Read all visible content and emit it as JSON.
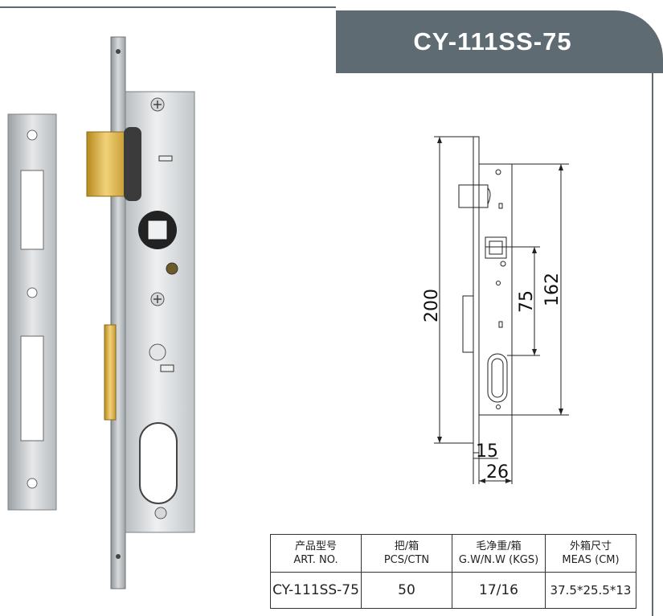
{
  "product": {
    "model_title": "CY-111SS-75"
  },
  "drawing": {
    "dimensions": {
      "total_height": "200",
      "backset": "75",
      "faceplate_height": "162",
      "faceplate_width": "15",
      "body_width": "26"
    }
  },
  "spec_table": {
    "headers": [
      {
        "cn": "产品型号",
        "en": "ART. NO."
      },
      {
        "cn": "把/箱",
        "en": "PCS/CTN"
      },
      {
        "cn": "毛净重/箱",
        "en": "G.W/N.W (KGS)"
      },
      {
        "cn": "外箱尺寸",
        "en": "MEAS (CM)"
      }
    ],
    "row": [
      "CY-111SS-75",
      "50",
      "17/16",
      "37.5*25.5*13"
    ]
  },
  "colors": {
    "title_tab": "#5f6b73",
    "brass": "#d9b04a",
    "steel": "#c9cccf"
  }
}
